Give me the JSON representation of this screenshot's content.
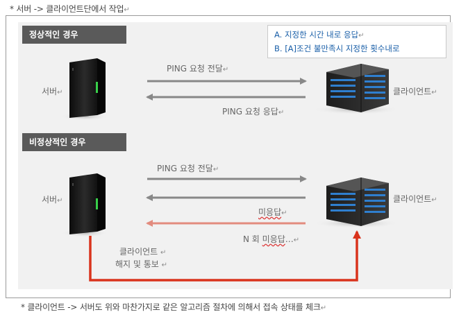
{
  "top_note": "* 서버 -> 클라이언트단에서 작업",
  "bottom_note": "* 클라이언트 -> 서버도 위와 마찬가지로 같은 알고리즘 절차에 의해서 접속 상태를 체크",
  "paragraph_mark": "↵",
  "legend": {
    "item_a": "A. 지정한 시간 내로 응답",
    "item_b": "B. [A]조건 불만족시 지정한 횟수내로"
  },
  "normal_case": {
    "title": "정상적인 경우",
    "server_label": "서버",
    "client_label": "클라이언트",
    "ping_request": "PING 요청 전달",
    "ping_response": "PING 요청 응답"
  },
  "abnormal_case": {
    "title": "비정상적인 경우",
    "server_label": "서버",
    "client_label": "클라이언트",
    "ping_request": "PING 요청 전달",
    "no_response": "미응답",
    "n_times_prefix": "N 회 ",
    "n_times_word": "미응답",
    "n_times_suffix": "…",
    "release_line1": "클라이언트",
    "release_line2": "해지 및 통보"
  },
  "colors": {
    "gray_arrow": "#888888",
    "pink_arrow": "#e28b7e",
    "red_arrow": "#d9331c",
    "legend_text": "#1a5fa8",
    "label_bg": "#5a5a5a"
  }
}
